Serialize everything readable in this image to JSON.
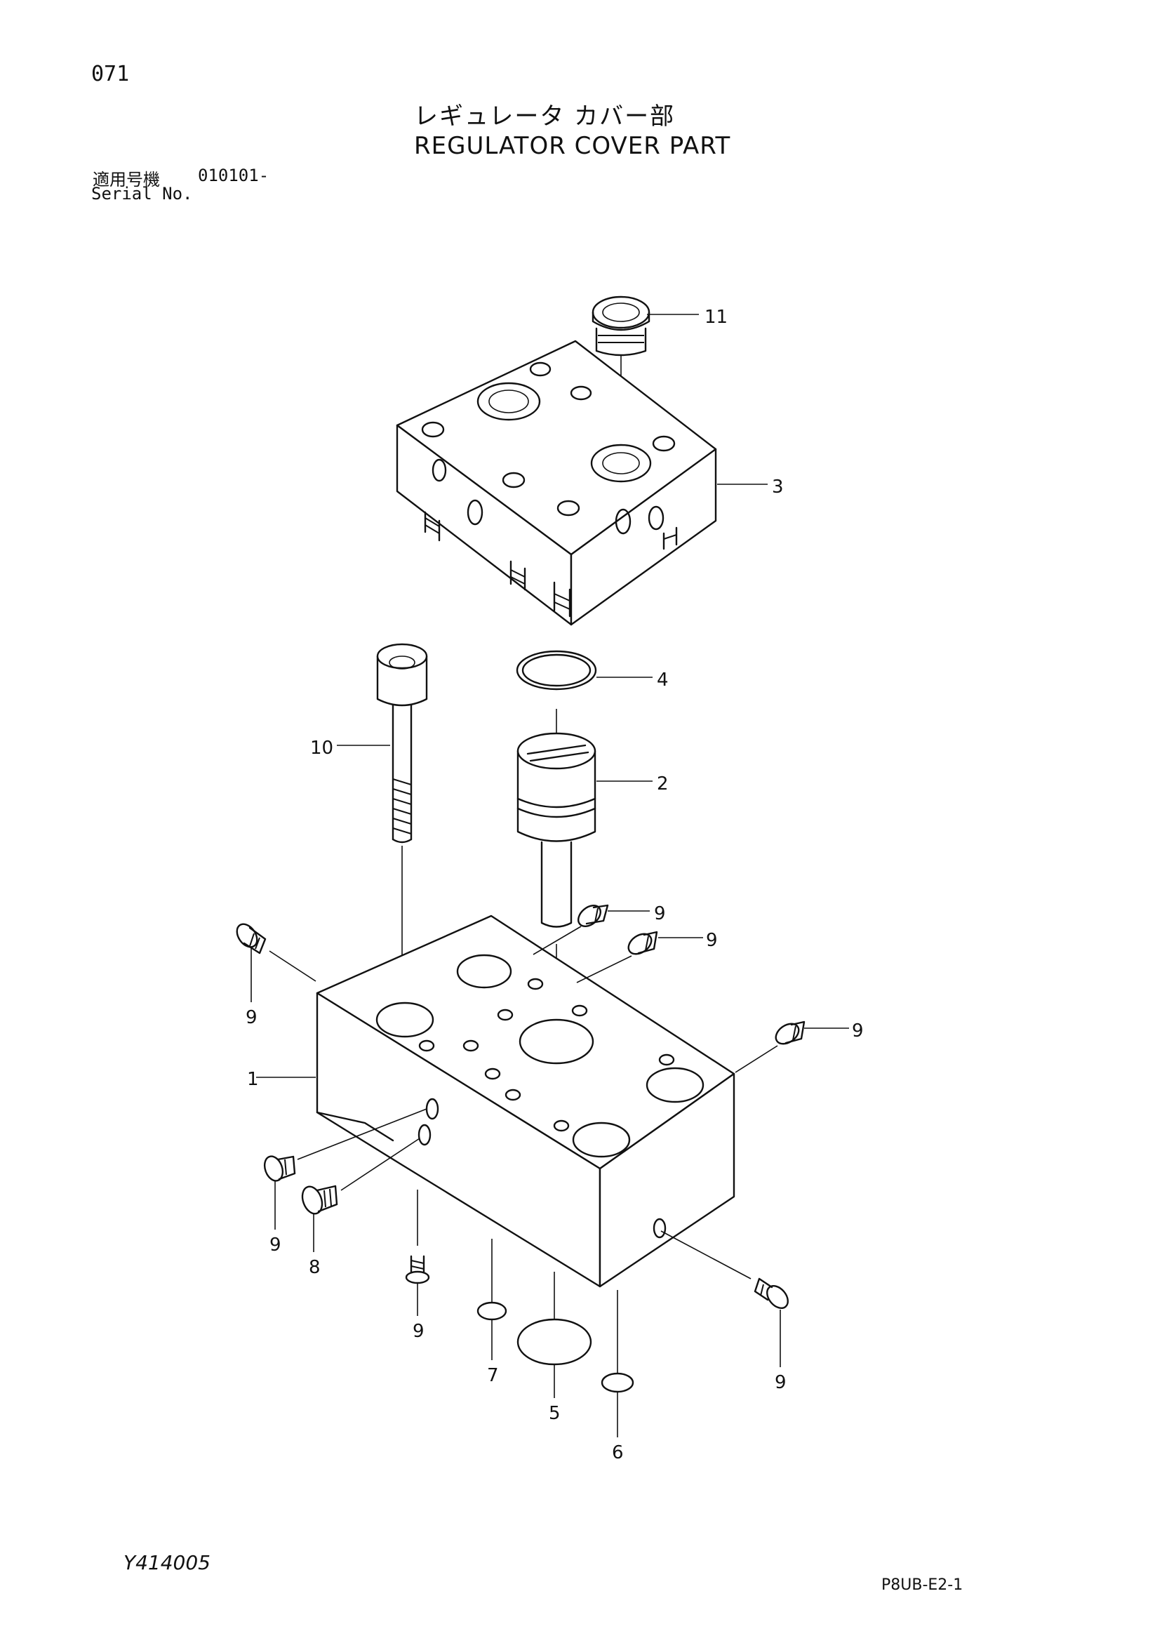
{
  "page_number": "071",
  "title_ja": "レギュレータ カバー部",
  "title_en": "REGULATOR COVER PART",
  "serial_label_ja": "適用号機",
  "serial_range": "010101-",
  "serial_label_en": "Serial No.",
  "illustration_code": "Y414005",
  "sheet_code": "P8UB-E2-1",
  "callouts": {
    "c11": "11",
    "c3": "3",
    "c4": "4",
    "c10": "10",
    "c2": "2",
    "c9a": "9",
    "c9b": "9",
    "c9c": "9",
    "c9d": "9",
    "c1": "1",
    "c9e": "9",
    "c8": "8",
    "c9f": "9",
    "c7": "7",
    "c5": "5",
    "c6": "6",
    "c9g": "9"
  }
}
